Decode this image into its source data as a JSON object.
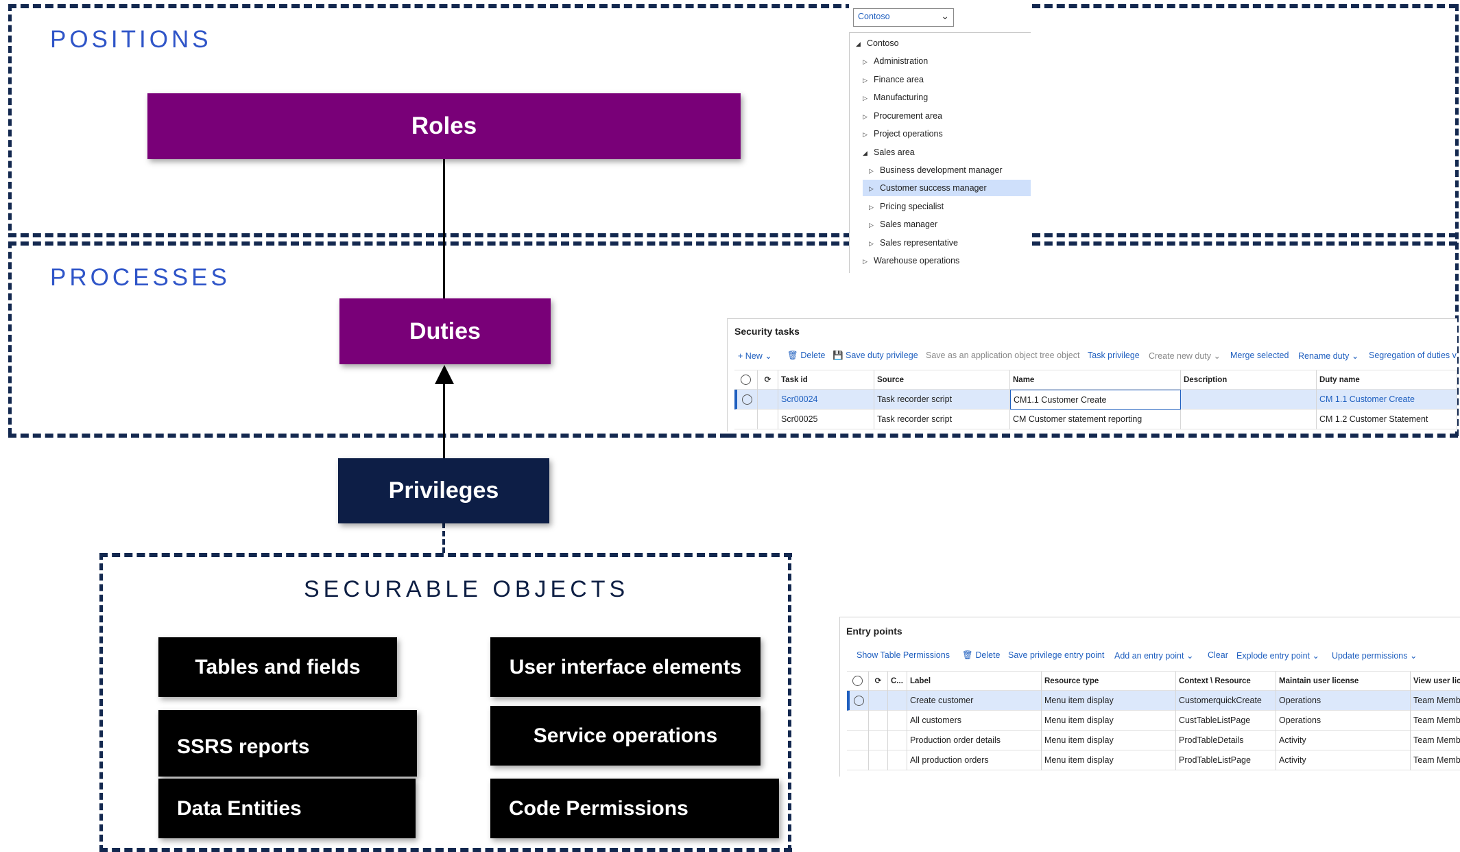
{
  "sections": {
    "positions": "POSITIONS",
    "processes": "PROCESSES",
    "securable": "SECURABLE OBJECTS"
  },
  "boxes": {
    "roles": "Roles",
    "duties": "Duties",
    "privileges": "Privileges",
    "tables": "Tables and fields",
    "ssrs": "SSRS reports",
    "entities": "Data Entities",
    "ui": "User interface elements",
    "service": "Service operations",
    "code": "Code Permissions"
  },
  "colors": {
    "purple": "#790078",
    "navy": "#0d1e46",
    "dash": "#13284f",
    "accent": "#2f55c8"
  },
  "tree": {
    "company": "Contoso",
    "root": "Contoso",
    "items": [
      "Administration",
      "Finance area",
      "Manufacturing",
      "Procurement area",
      "Project operations",
      "Sales area",
      "Business development manager",
      "Customer success manager",
      "Pricing specialist",
      "Sales manager",
      "Sales representative",
      "Warehouse operations"
    ]
  },
  "security_tasks": {
    "title": "Security tasks",
    "toolbar": [
      "New",
      "Delete",
      "Save duty privilege",
      "Save as an application object tree object",
      "Task privilege",
      "Create new duty",
      "Merge selected",
      "Rename duty",
      "Segregation of duties v"
    ],
    "columns": [
      "Task id",
      "Source",
      "Name",
      "Description",
      "Duty name"
    ],
    "rows": [
      [
        "Scr00024",
        "Task recorder script",
        "CM1.1 Customer Create",
        "",
        "CM 1.1 Customer Create"
      ],
      [
        "Scr00025",
        "Task recorder script",
        "CM Customer statement reporting",
        "",
        "CM 1.2 Customer Statement"
      ]
    ]
  },
  "entry_points": {
    "title": "Entry points",
    "toolbar": [
      "Show Table Permissions",
      "Delete",
      "Save privilege entry point",
      "Add an entry point",
      "Clear",
      "Explode entry point",
      "Update permissions"
    ],
    "columns": [
      "C...",
      "Label",
      "Resource type",
      "Context \\ Resource",
      "Maintain user license",
      "View user lice"
    ],
    "rows": [
      [
        "",
        "Create customer",
        "Menu item display",
        "CustomerquickCreate",
        "Operations",
        "Team Memb"
      ],
      [
        "",
        "All customers",
        "Menu item display",
        "CustTableListPage",
        "Operations",
        "Team Memb"
      ],
      [
        "",
        "Production order details",
        "Menu item display",
        "ProdTableDetails",
        "Activity",
        "Team Memb"
      ],
      [
        "",
        "All production orders",
        "Menu item display",
        "ProdTableListPage",
        "Activity",
        "Team Memb"
      ]
    ]
  }
}
